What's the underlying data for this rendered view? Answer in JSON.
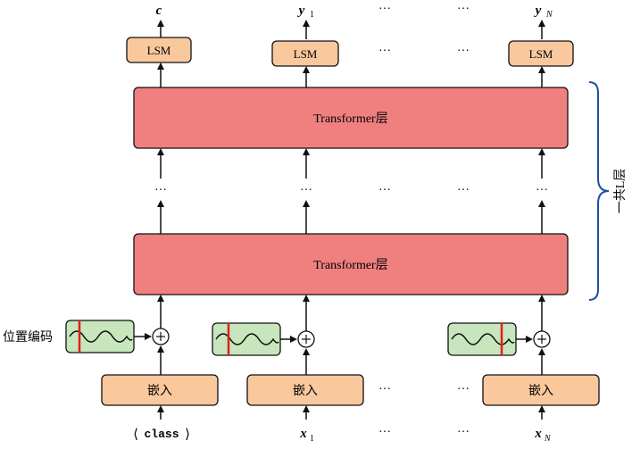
{
  "outputs": {
    "c": "c",
    "y1": "y",
    "y1_sub": "1",
    "yN": "y",
    "yN_sub": "N"
  },
  "lsm_label": "LSM",
  "transformer_label": "Transformer层",
  "ellipsis": "···",
  "layer_brace_label": "一共L层",
  "position_encoding_label": "位置编码",
  "embed_label": "嵌入",
  "inputs": {
    "cls_open": "⟨",
    "cls": "class",
    "cls_close": "⟩",
    "x1": "x",
    "x1_sub": "1",
    "xN": "x",
    "xN_sub": "N"
  },
  "colors": {
    "lsm_fill": "#f9c89d",
    "transformer_fill": "#f08080",
    "pe_fill": "#c7e6bd",
    "embed_fill": "#f9c89d",
    "brace": "#1f4fa0",
    "pe_marker": "#e0201b"
  }
}
